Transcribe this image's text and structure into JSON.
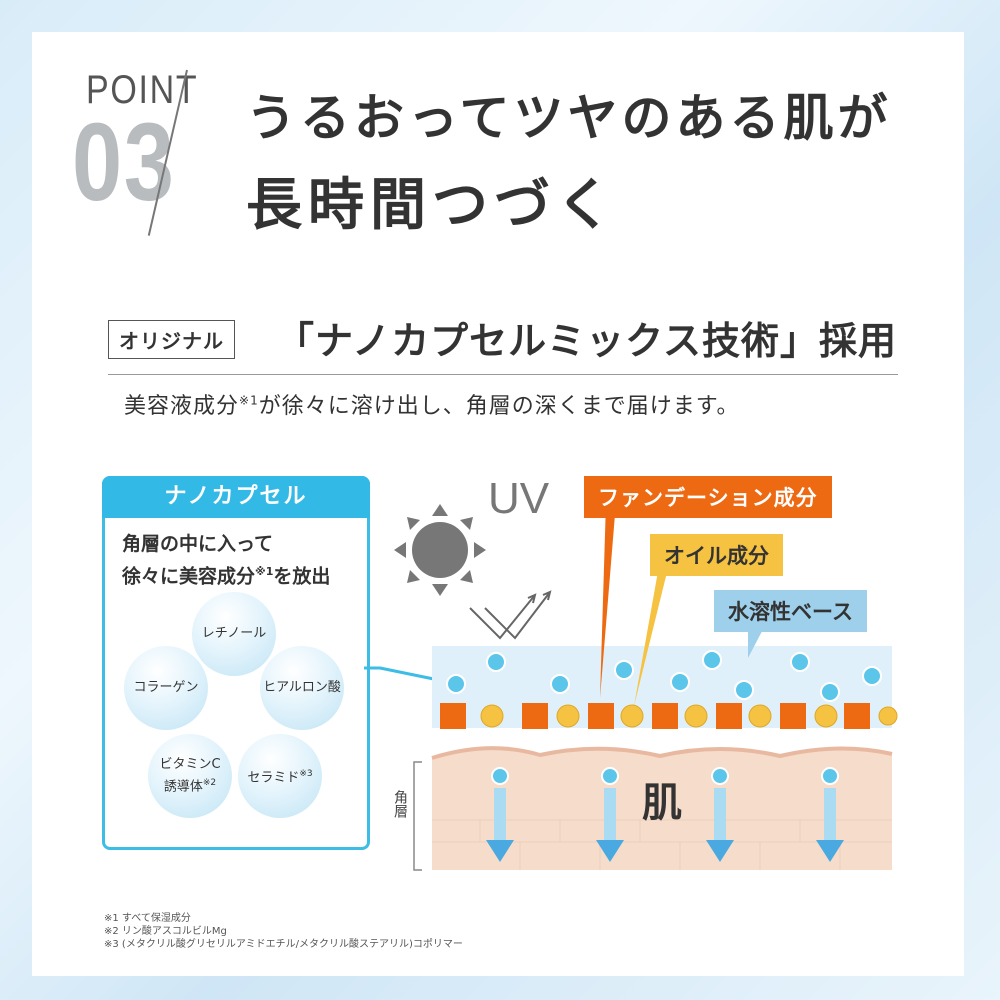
{
  "point": {
    "label": "POINT",
    "number": "03"
  },
  "headline": {
    "line1": "うるおってツヤのある肌が",
    "line2": "長時間つづく"
  },
  "tech": {
    "badge": "オリジナル",
    "title": "「ナノカプセルミックス技術」採用"
  },
  "description": {
    "before": "美容液成分",
    "note": "※1",
    "after": "が徐々に溶け出し、角層の深くまで届けます。"
  },
  "nanocapsule": {
    "title": "ナノカプセル",
    "desc_line1": "角層の中に入って",
    "desc_line2_a": "徐々に美容成分",
    "desc_line2_note": "※1",
    "desc_line2_b": "を放出",
    "ingredients": [
      {
        "name": "レチノール",
        "note": ""
      },
      {
        "name": "コラーゲン",
        "note": ""
      },
      {
        "name": "ヒアルロン酸",
        "note": ""
      },
      {
        "name": "ビタミンC",
        "name2": "誘導体",
        "note": "※2"
      },
      {
        "name": "セラミド",
        "note": "※3"
      }
    ]
  },
  "diagram": {
    "uv": "UV",
    "foundation": "ファンデーション成分",
    "oil": "オイル成分",
    "water_base": "水溶性ベース",
    "skin": "肌",
    "stratum": "角層"
  },
  "footnotes": [
    "※1 すべて保湿成分",
    "※2 リン酸アスコルビルMg",
    "※3 (メタクリル酸グリセリルアミドエチル/メタクリル酸ステアリル)コポリマー"
  ],
  "colors": {
    "accent_blue": "#33b9e6",
    "orange": "#ee6a12",
    "yellow": "#f6c242",
    "light_blue": "#9ed0ec"
  }
}
